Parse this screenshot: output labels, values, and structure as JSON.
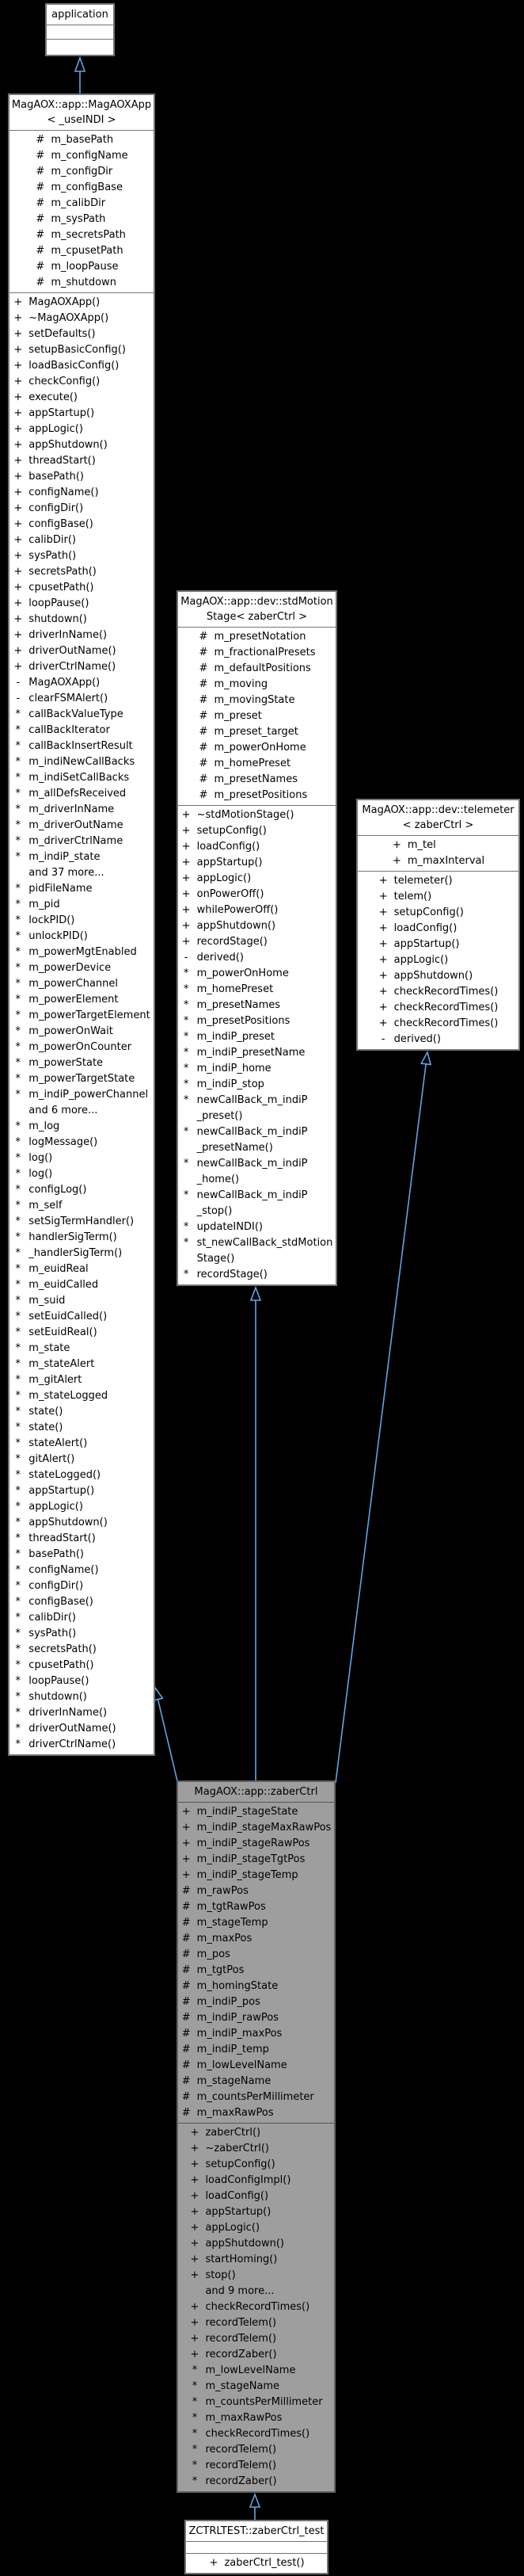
{
  "colors": {
    "background": "#000000",
    "box_fill": "#ffffff",
    "box_border": "#757575",
    "highlight_fill": "#9e9e9e",
    "arrow_blue": "#5fa5e6",
    "text": "#000000"
  },
  "relations": [
    {
      "from": "MagAOX::app::MagAOXApp< _useINDI >",
      "to": "application",
      "type": "inheritance"
    },
    {
      "from": "MagAOX::app::zaberCtrl",
      "to": "MagAOX::app::MagAOXApp< _useINDI >",
      "type": "inheritance"
    },
    {
      "from": "MagAOX::app::zaberCtrl",
      "to": "MagAOX::app::dev::stdMotionStage< zaberCtrl >",
      "type": "inheritance"
    },
    {
      "from": "MagAOX::app::zaberCtrl",
      "to": "MagAOX::app::dev::telemeter< zaberCtrl >",
      "type": "inheritance"
    },
    {
      "from": "ZCTRLTEST::zaberCtrl_test",
      "to": "MagAOX::app::zaberCtrl",
      "type": "inheritance"
    }
  ],
  "classes": {
    "application": {
      "title": "application",
      "attributes": [],
      "methods": []
    },
    "magaoxapp": {
      "title": "MagAOX::app::MagAOXApp\n< _useINDI >",
      "attributes": [
        {
          "m": "#",
          "t": "m_basePath"
        },
        {
          "m": "#",
          "t": "m_configName"
        },
        {
          "m": "#",
          "t": "m_configDir"
        },
        {
          "m": "#",
          "t": "m_configBase"
        },
        {
          "m": "#",
          "t": "m_calibDir"
        },
        {
          "m": "#",
          "t": "m_sysPath"
        },
        {
          "m": "#",
          "t": "m_secretsPath"
        },
        {
          "m": "#",
          "t": "m_cpusetPath"
        },
        {
          "m": "#",
          "t": "m_loopPause"
        },
        {
          "m": "#",
          "t": "m_shutdown"
        }
      ],
      "methods": [
        {
          "m": "+",
          "t": "MagAOXApp()"
        },
        {
          "m": "+",
          "t": "~MagAOXApp()"
        },
        {
          "m": "+",
          "t": "setDefaults()"
        },
        {
          "m": "+",
          "t": "setupBasicConfig()"
        },
        {
          "m": "+",
          "t": "loadBasicConfig()"
        },
        {
          "m": "+",
          "t": "checkConfig()"
        },
        {
          "m": "+",
          "t": "execute()"
        },
        {
          "m": "+",
          "t": "appStartup()"
        },
        {
          "m": "+",
          "t": "appLogic()"
        },
        {
          "m": "+",
          "t": "appShutdown()"
        },
        {
          "m": "+",
          "t": "threadStart()"
        },
        {
          "m": "+",
          "t": "basePath()"
        },
        {
          "m": "+",
          "t": "configName()"
        },
        {
          "m": "+",
          "t": "configDir()"
        },
        {
          "m": "+",
          "t": "configBase()"
        },
        {
          "m": "+",
          "t": "calibDir()"
        },
        {
          "m": "+",
          "t": "sysPath()"
        },
        {
          "m": "+",
          "t": "secretsPath()"
        },
        {
          "m": "+",
          "t": "cpusetPath()"
        },
        {
          "m": "+",
          "t": "loopPause()"
        },
        {
          "m": "+",
          "t": "shutdown()"
        },
        {
          "m": "+",
          "t": "driverInName()"
        },
        {
          "m": "+",
          "t": "driverOutName()"
        },
        {
          "m": "+",
          "t": "driverCtrlName()"
        },
        {
          "m": "-",
          "t": "MagAOXApp()"
        },
        {
          "m": "-",
          "t": "clearFSMAlert()"
        },
        {
          "m": "*",
          "t": "callBackValueType"
        },
        {
          "m": "*",
          "t": "callBackIterator"
        },
        {
          "m": "*",
          "t": "callBackInsertResult"
        },
        {
          "m": "*",
          "t": "m_indiNewCallBacks"
        },
        {
          "m": "*",
          "t": "m_indiSetCallBacks"
        },
        {
          "m": "*",
          "t": "m_allDefsReceived"
        },
        {
          "m": "*",
          "t": "m_driverInName"
        },
        {
          "m": "*",
          "t": "m_driverOutName"
        },
        {
          "m": "*",
          "t": "m_driverCtrlName"
        },
        {
          "m": "*",
          "t": "m_indiP_state"
        },
        {
          "m": "",
          "t": "and 37 more..."
        },
        {
          "m": "*",
          "t": "pidFileName"
        },
        {
          "m": "*",
          "t": "m_pid"
        },
        {
          "m": "*",
          "t": "lockPID()"
        },
        {
          "m": "*",
          "t": "unlockPID()"
        },
        {
          "m": "*",
          "t": "m_powerMgtEnabled"
        },
        {
          "m": "*",
          "t": "m_powerDevice"
        },
        {
          "m": "*",
          "t": "m_powerChannel"
        },
        {
          "m": "*",
          "t": "m_powerElement"
        },
        {
          "m": "*",
          "t": "m_powerTargetElement"
        },
        {
          "m": "*",
          "t": "m_powerOnWait"
        },
        {
          "m": "*",
          "t": "m_powerOnCounter"
        },
        {
          "m": "*",
          "t": "m_powerState"
        },
        {
          "m": "*",
          "t": "m_powerTargetState"
        },
        {
          "m": "*",
          "t": "m_indiP_powerChannel"
        },
        {
          "m": "",
          "t": "and 6 more..."
        },
        {
          "m": "*",
          "t": "m_log"
        },
        {
          "m": "*",
          "t": "logMessage()"
        },
        {
          "m": "*",
          "t": "log()"
        },
        {
          "m": "*",
          "t": "log()"
        },
        {
          "m": "*",
          "t": "configLog()"
        },
        {
          "m": "*",
          "t": "m_self"
        },
        {
          "m": "*",
          "t": "setSigTermHandler()"
        },
        {
          "m": "*",
          "t": "handlerSigTerm()"
        },
        {
          "m": "*",
          "t": "_handlerSigTerm()"
        },
        {
          "m": "*",
          "t": "m_euidReal"
        },
        {
          "m": "*",
          "t": "m_euidCalled"
        },
        {
          "m": "*",
          "t": "m_suid"
        },
        {
          "m": "*",
          "t": "setEuidCalled()"
        },
        {
          "m": "*",
          "t": "setEuidReal()"
        },
        {
          "m": "*",
          "t": "m_state"
        },
        {
          "m": "*",
          "t": "m_stateAlert"
        },
        {
          "m": "*",
          "t": "m_gitAlert"
        },
        {
          "m": "*",
          "t": "m_stateLogged"
        },
        {
          "m": "*",
          "t": "state()"
        },
        {
          "m": "*",
          "t": "state()"
        },
        {
          "m": "*",
          "t": "stateAlert()"
        },
        {
          "m": "*",
          "t": "gitAlert()"
        },
        {
          "m": "*",
          "t": "stateLogged()"
        },
        {
          "m": "*",
          "t": "appStartup()"
        },
        {
          "m": "*",
          "t": "appLogic()"
        },
        {
          "m": "*",
          "t": "appShutdown()"
        },
        {
          "m": "*",
          "t": "threadStart()"
        },
        {
          "m": "*",
          "t": "basePath()"
        },
        {
          "m": "*",
          "t": "configName()"
        },
        {
          "m": "*",
          "t": "configDir()"
        },
        {
          "m": "*",
          "t": "configBase()"
        },
        {
          "m": "*",
          "t": "calibDir()"
        },
        {
          "m": "*",
          "t": "sysPath()"
        },
        {
          "m": "*",
          "t": "secretsPath()"
        },
        {
          "m": "*",
          "t": "cpusetPath()"
        },
        {
          "m": "*",
          "t": "loopPause()"
        },
        {
          "m": "*",
          "t": "shutdown()"
        },
        {
          "m": "*",
          "t": "driverInName()"
        },
        {
          "m": "*",
          "t": "driverOutName()"
        },
        {
          "m": "*",
          "t": "driverCtrlName()"
        }
      ]
    },
    "stdmotionstage": {
      "title": "MagAOX::app::dev::stdMotion\nStage< zaberCtrl >",
      "attributes": [
        {
          "m": "#",
          "t": "m_presetNotation"
        },
        {
          "m": "#",
          "t": "m_fractionalPresets"
        },
        {
          "m": "#",
          "t": "m_defaultPositions"
        },
        {
          "m": "#",
          "t": "m_moving"
        },
        {
          "m": "#",
          "t": "m_movingState"
        },
        {
          "m": "#",
          "t": "m_preset"
        },
        {
          "m": "#",
          "t": "m_preset_target"
        },
        {
          "m": "#",
          "t": "m_powerOnHome"
        },
        {
          "m": "#",
          "t": "m_homePreset"
        },
        {
          "m": "#",
          "t": "m_presetNames"
        },
        {
          "m": "#",
          "t": "m_presetPositions"
        }
      ],
      "methods": [
        {
          "m": "+",
          "t": "~stdMotionStage()"
        },
        {
          "m": "+",
          "t": "setupConfig()"
        },
        {
          "m": "+",
          "t": "loadConfig()"
        },
        {
          "m": "+",
          "t": "appStartup()"
        },
        {
          "m": "+",
          "t": "appLogic()"
        },
        {
          "m": "+",
          "t": "onPowerOff()"
        },
        {
          "m": "+",
          "t": "whilePowerOff()"
        },
        {
          "m": "+",
          "t": "appShutdown()"
        },
        {
          "m": "+",
          "t": "recordStage()"
        },
        {
          "m": "-",
          "t": "derived()"
        },
        {
          "m": "*",
          "t": "m_powerOnHome"
        },
        {
          "m": "*",
          "t": "m_homePreset"
        },
        {
          "m": "*",
          "t": "m_presetNames"
        },
        {
          "m": "*",
          "t": "m_presetPositions"
        },
        {
          "m": "*",
          "t": "m_indiP_preset"
        },
        {
          "m": "*",
          "t": "m_indiP_presetName"
        },
        {
          "m": "*",
          "t": "m_indiP_home"
        },
        {
          "m": "*",
          "t": "m_indiP_stop"
        },
        {
          "m": "*",
          "t": "newCallBack_m_indiP\n_preset()"
        },
        {
          "m": "*",
          "t": "newCallBack_m_indiP\n_presetName()"
        },
        {
          "m": "*",
          "t": "newCallBack_m_indiP\n_home()"
        },
        {
          "m": "*",
          "t": "newCallBack_m_indiP\n_stop()"
        },
        {
          "m": "*",
          "t": "updateINDI()"
        },
        {
          "m": "*",
          "t": "st_newCallBack_stdMotion\nStage()"
        },
        {
          "m": "*",
          "t": "recordStage()"
        }
      ]
    },
    "telemeter": {
      "title": "MagAOX::app::dev::telemeter\n< zaberCtrl >",
      "attributes": [
        {
          "m": "+",
          "t": "m_tel"
        },
        {
          "m": "+",
          "t": "m_maxInterval"
        }
      ],
      "methods": [
        {
          "m": "+",
          "t": "telemeter()"
        },
        {
          "m": "+",
          "t": "telem()"
        },
        {
          "m": "+",
          "t": "setupConfig()"
        },
        {
          "m": "+",
          "t": "loadConfig()"
        },
        {
          "m": "+",
          "t": "appStartup()"
        },
        {
          "m": "+",
          "t": "appLogic()"
        },
        {
          "m": "+",
          "t": "appShutdown()"
        },
        {
          "m": "+",
          "t": "checkRecordTimes()"
        },
        {
          "m": "+",
          "t": "checkRecordTimes()"
        },
        {
          "m": "+",
          "t": "checkRecordTimes()"
        },
        {
          "m": "-",
          "t": "derived()"
        }
      ]
    },
    "zaberctrl": {
      "title": "MagAOX::app::zaberCtrl",
      "attributes": [
        {
          "m": "+",
          "t": "m_indiP_stageState"
        },
        {
          "m": "+",
          "t": "m_indiP_stageMaxRawPos"
        },
        {
          "m": "+",
          "t": "m_indiP_stageRawPos"
        },
        {
          "m": "+",
          "t": "m_indiP_stageTgtPos"
        },
        {
          "m": "+",
          "t": "m_indiP_stageTemp"
        },
        {
          "m": "#",
          "t": "m_rawPos"
        },
        {
          "m": "#",
          "t": "m_tgtRawPos"
        },
        {
          "m": "#",
          "t": "m_stageTemp"
        },
        {
          "m": "#",
          "t": "m_maxPos"
        },
        {
          "m": "#",
          "t": "m_pos"
        },
        {
          "m": "#",
          "t": "m_tgtPos"
        },
        {
          "m": "#",
          "t": "m_homingState"
        },
        {
          "m": "#",
          "t": "m_indiP_pos"
        },
        {
          "m": "#",
          "t": "m_indiP_rawPos"
        },
        {
          "m": "#",
          "t": "m_indiP_maxPos"
        },
        {
          "m": "#",
          "t": "m_indiP_temp"
        },
        {
          "m": "#",
          "t": "m_lowLevelName"
        },
        {
          "m": "#",
          "t": "m_stageName"
        },
        {
          "m": "#",
          "t": "m_countsPerMillimeter"
        },
        {
          "m": "#",
          "t": "m_maxRawPos"
        }
      ],
      "methods": [
        {
          "m": "+",
          "t": "zaberCtrl()"
        },
        {
          "m": "+",
          "t": "~zaberCtrl()"
        },
        {
          "m": "+",
          "t": "setupConfig()"
        },
        {
          "m": "+",
          "t": "loadConfigImpl()"
        },
        {
          "m": "+",
          "t": "loadConfig()"
        },
        {
          "m": "+",
          "t": "appStartup()"
        },
        {
          "m": "+",
          "t": "appLogic()"
        },
        {
          "m": "+",
          "t": "appShutdown()"
        },
        {
          "m": "+",
          "t": "startHoming()"
        },
        {
          "m": "+",
          "t": "stop()"
        },
        {
          "m": "",
          "t": "and 9 more..."
        },
        {
          "m": "+",
          "t": "checkRecordTimes()"
        },
        {
          "m": "+",
          "t": "recordTelem()"
        },
        {
          "m": "+",
          "t": "recordTelem()"
        },
        {
          "m": "+",
          "t": "recordZaber()"
        },
        {
          "m": "*",
          "t": "m_lowLevelName"
        },
        {
          "m": "*",
          "t": "m_stageName"
        },
        {
          "m": "*",
          "t": "m_countsPerMillimeter"
        },
        {
          "m": "*",
          "t": "m_maxRawPos"
        },
        {
          "m": "*",
          "t": "checkRecordTimes()"
        },
        {
          "m": "*",
          "t": "recordTelem()"
        },
        {
          "m": "*",
          "t": "recordTelem()"
        },
        {
          "m": "*",
          "t": "recordZaber()"
        }
      ]
    },
    "zaberctrl_test": {
      "title": "ZCTRLTEST::zaberCtrl_test",
      "attributes": [],
      "methods": [
        {
          "m": "+",
          "t": "zaberCtrl_test()"
        }
      ]
    }
  }
}
